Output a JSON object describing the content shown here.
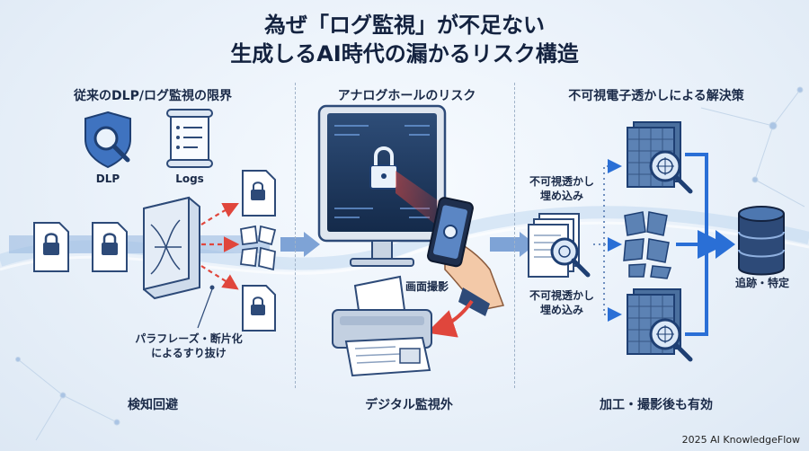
{
  "title": {
    "line1": "為ぜ「ログ監視」が不足ない",
    "line2": "生成しるAI時代の漏かるリスク構造"
  },
  "sections": {
    "left": {
      "heading": "従来のDLP/ログ監視の限界",
      "dlp_label": "DLP",
      "logs_label": "Logs",
      "bypass_label_1": "パラフレーズ・断片化",
      "bypass_label_2": "によるすり抜け",
      "footer": "検知回避"
    },
    "middle": {
      "heading": "アナログホールのリスク",
      "screenshot_label": "画面撮影",
      "footer": "デジタル監視外"
    },
    "right": {
      "heading": "不可視電子透かしによる解決策",
      "embed_top_1": "不可視透かし",
      "embed_top_2": "埋め込み",
      "embed_bottom_1": "不可視透かし",
      "embed_bottom_2": "埋め込み",
      "result_label": "追跡・特定",
      "footer": "加工・撮影後も有効"
    }
  },
  "copyright": "2025 AI KnowledgeFlow",
  "icons": [
    "shield-magnifier-icon",
    "log-scroll-icon",
    "document-lock-icon",
    "filter-funnel-icon",
    "fragmented-document-icon",
    "monitor-lock-icon",
    "smartphone-camera-icon",
    "printer-icon",
    "watermarked-document-icon",
    "magnifier-target-icon",
    "database-icon"
  ],
  "colors": {
    "navy": "#13223f",
    "accent_blue": "#2a6fd6",
    "red_arrow": "#e0463c",
    "panel": "#e8f0f9"
  }
}
